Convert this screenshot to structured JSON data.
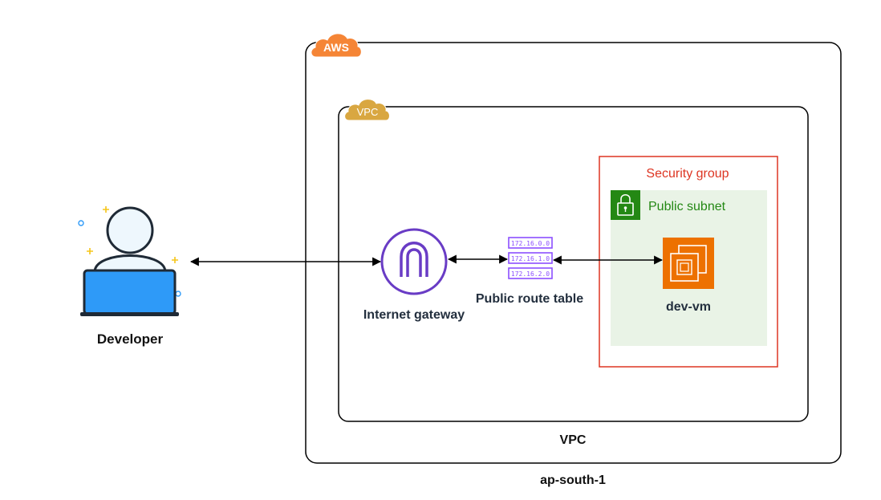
{
  "region": {
    "cloud_badge": "AWS",
    "label": "ap-south-1"
  },
  "vpc": {
    "cloud_badge": "VPC",
    "label": "VPC"
  },
  "security_group": {
    "label": "Security group"
  },
  "subnet": {
    "label": "Public subnet"
  },
  "developer": {
    "label": "Developer"
  },
  "internet_gateway": {
    "label": "Internet gateway"
  },
  "route_table": {
    "label": "Public route table",
    "entries": [
      "172.16.0.0",
      "172.16.1.0",
      "172.16.2.0"
    ]
  },
  "instance": {
    "label": "dev-vm"
  },
  "colors": {
    "aws_orange": "#f58536",
    "vpc_gold": "#d9a741",
    "security_group_red": "#dd3522",
    "subnet_green": "#248814",
    "subnet_fill": "#e9f3e6",
    "gateway_purple": "#693cc5",
    "route_table_purple": "#8c4fff",
    "ec2_orange": "#ed7100",
    "laptop_blue": "#2e9af8"
  },
  "icons": {
    "developer": "person-with-laptop-icon",
    "internet_gateway": "internet-gateway-icon",
    "route_table": "route-table-icon",
    "instance": "ec2-instance-icon",
    "subnet": "padlock-icon",
    "region": "aws-cloud-icon",
    "vpc": "vpc-cloud-icon"
  }
}
